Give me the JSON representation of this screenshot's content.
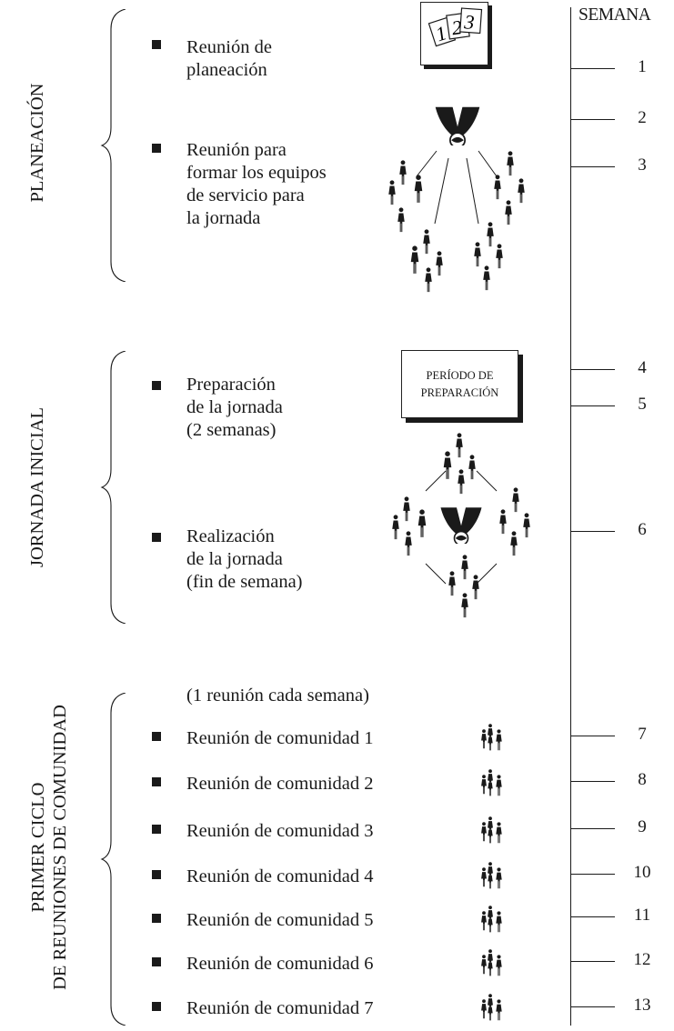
{
  "timeline": {
    "header": "SEMANA",
    "weeks": [
      "1",
      "2",
      "3",
      "4",
      "5",
      "6",
      "7",
      "8",
      "9",
      "10",
      "11",
      "12",
      "13"
    ]
  },
  "sections": {
    "planeacion": {
      "label": "PLANEACIÓN",
      "items": [
        {
          "lines": [
            "Reunión de",
            "planeación"
          ]
        },
        {
          "lines": [
            "Reunión para",
            "formar los equipos",
            "de servicio para",
            "la jornada"
          ]
        }
      ]
    },
    "jornada": {
      "label": "JORNADA INICIAL",
      "items": [
        {
          "lines": [
            "Preparación",
            "de la jornada",
            "(2 semanas)"
          ]
        },
        {
          "lines": [
            "Realización",
            "de la jornada",
            "(fin de semana)"
          ]
        }
      ]
    },
    "ciclo": {
      "label_line1": "PRIMER CICLO",
      "label_line2": "DE REUNIONES DE COMUNIDAD",
      "note": "(1 reunión cada semana)",
      "items": [
        "Reunión de comunidad 1",
        "Reunión de comunidad 2",
        "Reunión de comunidad 3",
        "Reunión de comunidad 4",
        "Reunión de comunidad 5",
        "Reunión de comunidad 6",
        "Reunión de comunidad 7"
      ]
    }
  },
  "prep_box": {
    "line1": "PERÍODO DE",
    "line2": "PREPARACIÓN"
  },
  "calendar_icon": {
    "digits": [
      "1",
      "2",
      "3"
    ]
  },
  "icons": {
    "calendar": "calendar-pages-icon",
    "planning_group": "leader-with-teams-icon",
    "event_group": "leader-surrounded-by-teams-icon",
    "small_group": "small-group-icon"
  }
}
